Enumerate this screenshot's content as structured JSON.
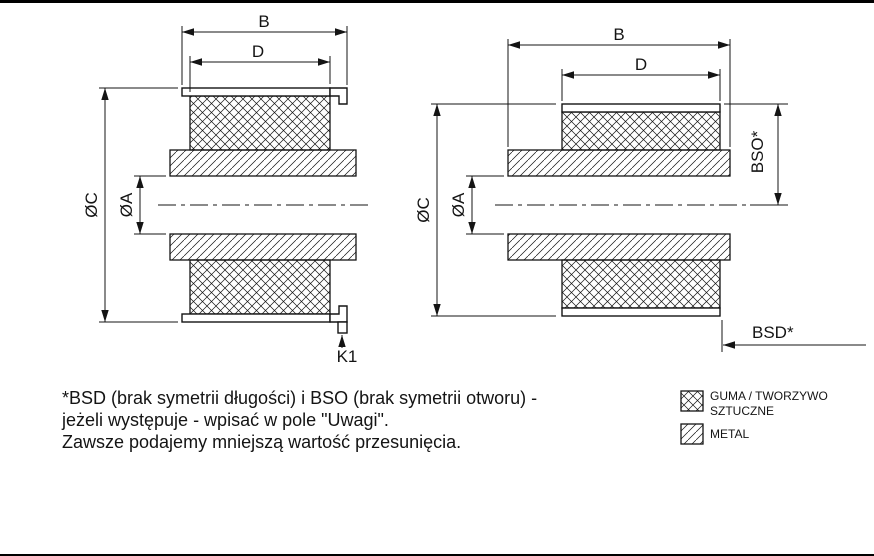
{
  "drawings": {
    "left": {
      "dim_b": "B",
      "dim_d": "D",
      "dim_c": "ØC",
      "dim_a": "ØA",
      "k1": "K1"
    },
    "right": {
      "dim_b": "B",
      "dim_d": "D",
      "dim_c": "ØC",
      "dim_a": "ØA",
      "bso": "BSO*",
      "bsd": "BSD*"
    }
  },
  "notes": {
    "line1": "*BSD (brak symetrii długości) i BSO (brak symetrii otworu) -",
    "line2": "jeżeli występuje - wpisać w pole \"Uwagi\".",
    "line3": "Zawsze podajemy mniejszą wartość przesunięcia."
  },
  "legend": {
    "rubber_line1": "GUMA / TWORZYWO",
    "rubber_line2": "SZTUCZNE",
    "metal": "METAL"
  },
  "colors": {
    "line": "#141414",
    "background": "#ffffff"
  }
}
